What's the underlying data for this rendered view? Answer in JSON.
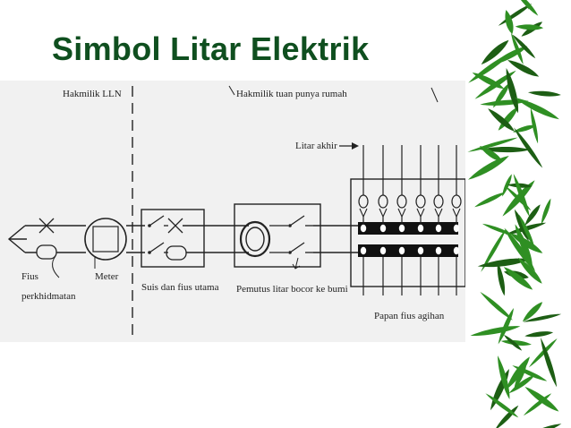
{
  "slide": {
    "title": "Simbol Litar Elektrik"
  },
  "diagram": {
    "labels": {
      "utility_ownership": "Hakmilik LLN",
      "owner_ownership": "Hakmilik tuan punya rumah",
      "final_circuit": "Litar akhir",
      "service_fuse_line1": "Fius",
      "service_fuse_line2": "perkhidmatan",
      "meter": "Meter",
      "main_switch_fuse": "Suis dan fius utama",
      "elcb": "Pemutus litar bocor ke bumi",
      "distribution_board": "Papan fius agihan"
    }
  },
  "colors": {
    "title": "#0f4f1f",
    "ink": "#222222",
    "scan_background": "#f1f1f1",
    "bamboo_leaf": "#2f8f23",
    "bamboo_leaf_dark": "#1d5e14"
  }
}
